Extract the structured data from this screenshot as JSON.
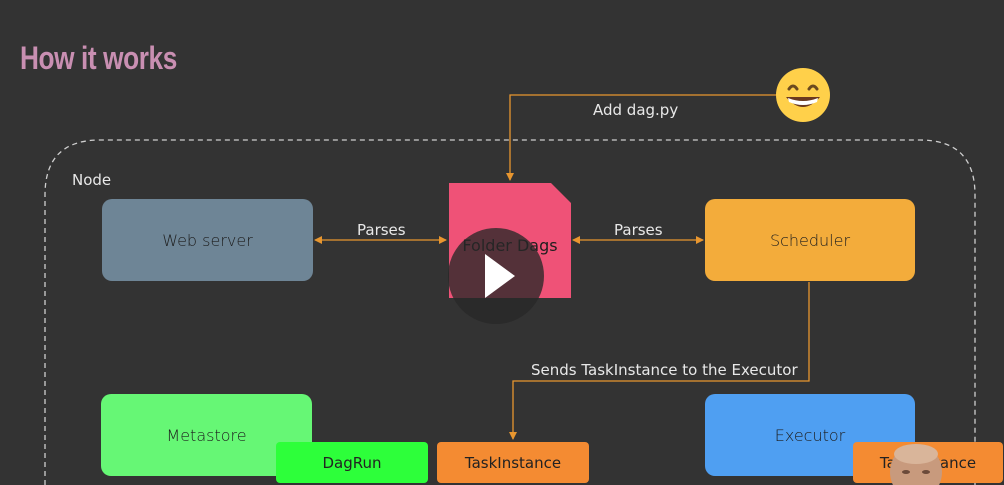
{
  "title": "How it works",
  "node_label": "Node",
  "components": {
    "web_server": "Web server",
    "folder_dags": "Folder Dags",
    "scheduler": "Scheduler",
    "metastore": "Metastore",
    "executor": "Executor",
    "dagrun": "DagRun",
    "taskinstance_left": "TaskInstance",
    "taskinstance_right": "TaskInstance"
  },
  "edge_labels": {
    "add_dag": "Add dag.py",
    "parses_left": "Parses",
    "parses_right": "Parses",
    "sends": "Sends TaskInstance to the Executor"
  },
  "colors": {
    "background": "#333333",
    "title": "#c98fb2",
    "arrow": "#e8962f",
    "web_server": "#6e8596",
    "folder": "#ef5277",
    "scheduler": "#f3ac3b",
    "metastore": "#66f775",
    "executor": "#4f9ff2",
    "dagrun": "#2dff3a",
    "taskinstance": "#f48b32"
  },
  "icons": [
    "grinning-emoji-icon",
    "play-icon",
    "presenter-video-thumbnail"
  ]
}
